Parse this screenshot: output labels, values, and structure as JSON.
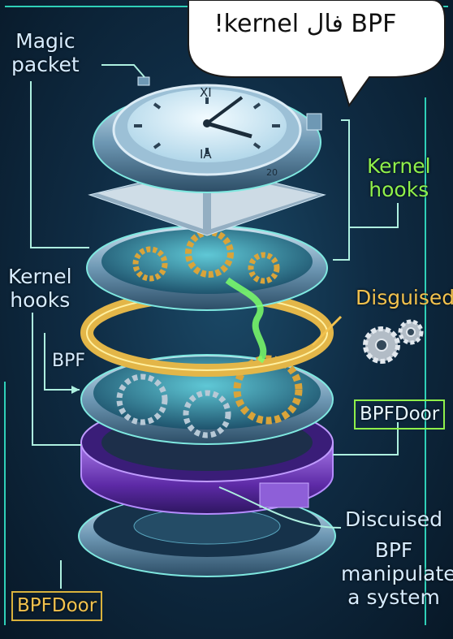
{
  "speech_bubble": {
    "text": "!kernel فال BPF"
  },
  "labels": {
    "magic_packet": "Magic\npacket",
    "kernel_hooks_right": "Kernel\nhooks",
    "kernel_hooks_left": "Kernel\nhooks",
    "disguised": "Disguised",
    "bpf": "BPF",
    "bpfdoor_right": "BPFDoor",
    "discuised": "Discuised",
    "bpf_manipulate": "BPF\nmanipulate\na system",
    "bpfdoor_left": "BPFDoor"
  },
  "watch_face": {
    "top_numeral": "XI",
    "bottom_numeral": "IA",
    "bezel_mark": "20"
  },
  "colors": {
    "glow": "#7fe8e0",
    "gold": "#d9b23c",
    "green": "#8ff04b",
    "purple": "#7b3fc4",
    "steel": "#8fb6cf"
  }
}
